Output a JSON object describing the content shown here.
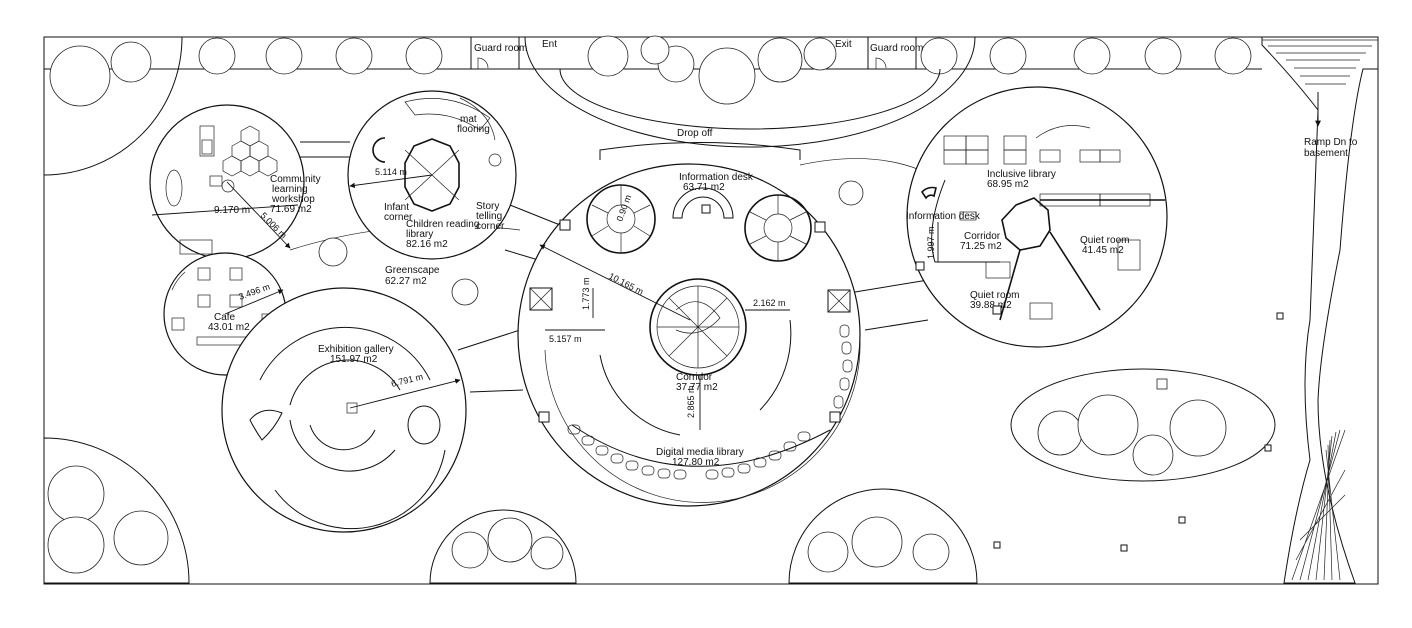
{
  "plan": {
    "gates": {
      "guard_room_left": "Guard room",
      "guard_room_right": "Guard room",
      "entry": "Ent",
      "exit": "Exit",
      "drop_off": "Drop off"
    },
    "ramp": {
      "line1": "Ramp Dn to",
      "line2": "basement"
    },
    "rooms": {
      "community_workshop": {
        "l1": "Community",
        "l2": "learning",
        "l3": "workshop",
        "area": "71.69 m2"
      },
      "children_library": {
        "l1": "Children reading",
        "l2": "library",
        "area": "82.16 m2"
      },
      "infant_corner": {
        "l1": "Infant",
        "l2": "corner"
      },
      "story_corner": {
        "l1": "Story",
        "l2": "telling",
        "l3": "corner"
      },
      "mat_flooring": {
        "l1": "mat",
        "l2": "flooring"
      },
      "greenscape": {
        "name": "Greenscape",
        "area": "62.27 m2"
      },
      "cafe": {
        "name": "Cafe",
        "area": "43.01 m2"
      },
      "exhibition": {
        "name": "Exhibition gallery",
        "area": "151.97 m2"
      },
      "info_desk_main": {
        "name": "Information desk",
        "area": "63.71 m2"
      },
      "corridor_center": {
        "name": "Corridor",
        "area": "37.77 m2"
      },
      "digital_media": {
        "name": "Digital media library",
        "area": "127.80 m2"
      },
      "inclusive_library": {
        "name": "Inclusive library",
        "area": "68.95 m2"
      },
      "info_desk_right": {
        "name": "Information desk"
      },
      "corridor_right": {
        "name": "Corridor",
        "area": "71.25 m2"
      },
      "quiet_room_a": {
        "name": "Quiet room",
        "area": "41.45 m2"
      },
      "quiet_room_b": {
        "name": "Quiet room",
        "area": "39.88 m2"
      }
    },
    "dimensions": {
      "d_9170": "9.170 m",
      "d_5006": "5.006 m",
      "d_5114": "5.114 m",
      "d_3496": "3.496 m",
      "d_6791": "6.791 m",
      "d_10165": "10.165 m",
      "d_1773": "1.773 m",
      "d_5157": "5.157 m",
      "d_2162": "2.162 m",
      "d_2865": "2.865 m",
      "d_1997": "1.997 m",
      "d_stair": "0.90 m"
    }
  }
}
